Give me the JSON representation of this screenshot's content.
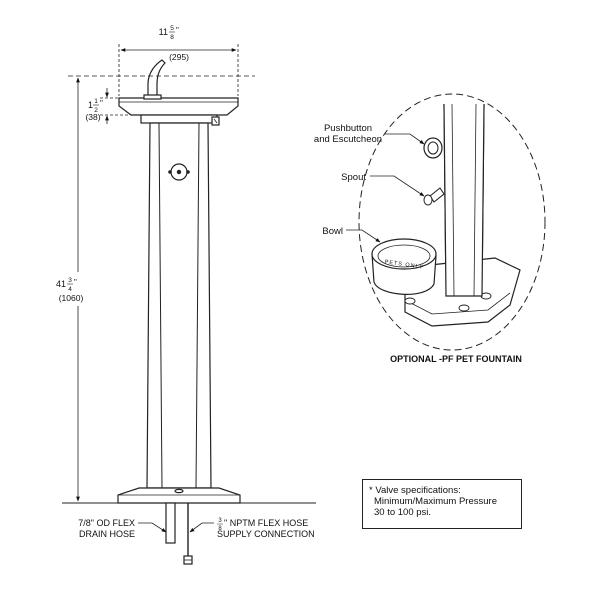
{
  "dimensions": {
    "width_num": "11",
    "width_frac_num": "5",
    "width_frac_den": "8",
    "width_unit": "\"",
    "width_mm": "(295)",
    "bowl_num": "1",
    "bowl_frac_num": "1",
    "bowl_frac_den": "2",
    "bowl_unit": "\"",
    "bowl_mm": "(38)",
    "height_num": "41",
    "height_frac_num": "3",
    "height_frac_den": "4",
    "height_unit": "\"",
    "height_mm": "(1060)"
  },
  "callouts": {
    "pushbutton_line1": "Pushbutton",
    "pushbutton_line2": "and Escutcheon",
    "spout": "Spout",
    "bowl": "Bowl"
  },
  "pet_fountain": {
    "caption": "OPTIONAL -PF PET FOUNTAIN",
    "bowl_text": "PETS ONLY"
  },
  "drain": {
    "line1": "7/8\" OD FLEX",
    "line2": "DRAIN HOSE"
  },
  "supply": {
    "frac_num": "3",
    "frac_den": "8",
    "line1": "\" NPTM FLEX HOSE",
    "line2": "SUPPLY CONNECTION"
  },
  "valve_note": {
    "line1": "* Valve specifications:",
    "line2": "Minimum/Maximum Pressure",
    "line3": "30 to 100 psi."
  }
}
